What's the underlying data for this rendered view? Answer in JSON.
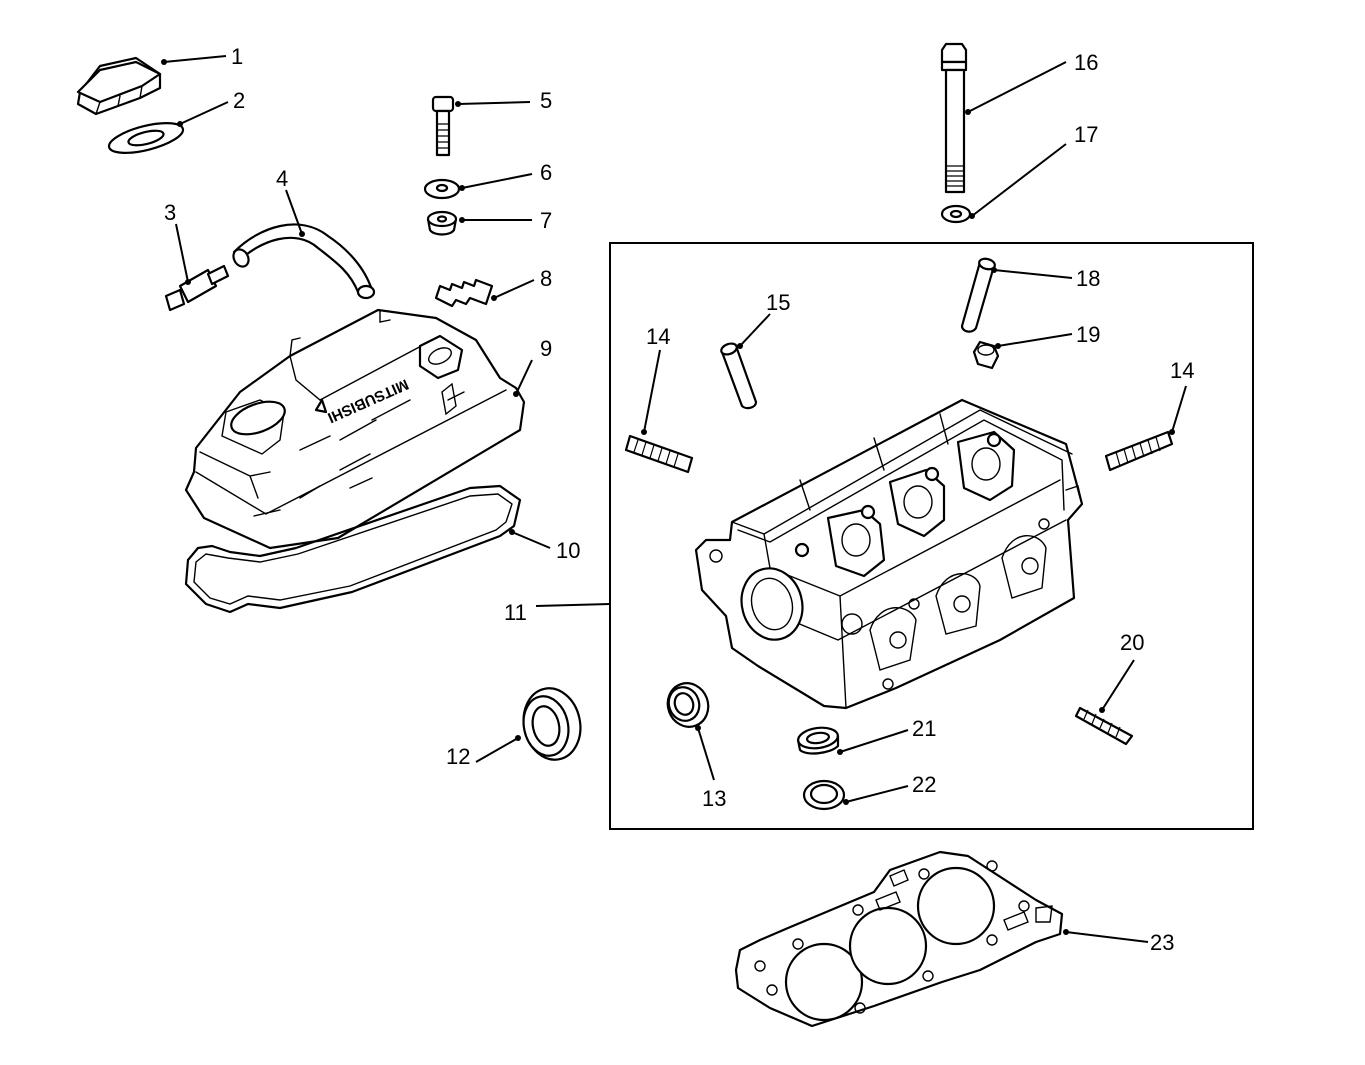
{
  "callouts": {
    "c1": "1",
    "c2": "2",
    "c3": "3",
    "c4": "4",
    "c5": "5",
    "c6": "6",
    "c7": "7",
    "c8": "8",
    "c9": "9",
    "c10": "10",
    "c11": "11",
    "c12": "12",
    "c13": "13",
    "c14a": "14",
    "c14b": "14",
    "c15": "15",
    "c16": "16",
    "c17": "17",
    "c18": "18",
    "c19": "19",
    "c20": "20",
    "c21": "21",
    "c22": "22",
    "c23": "23"
  },
  "cover_brand": "MITSUBISHI",
  "colors": {
    "ink": "#000000",
    "paper": "#ffffff"
  }
}
